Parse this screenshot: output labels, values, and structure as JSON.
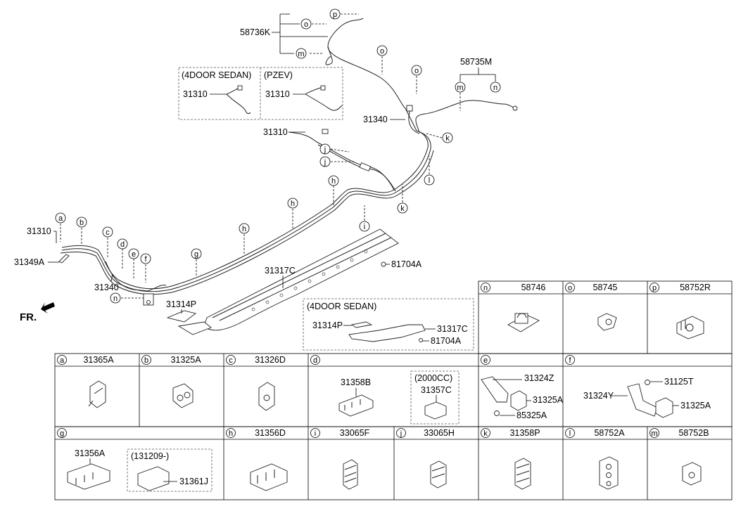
{
  "labels": {
    "p58736K": "58736K",
    "p58735M": "58735M",
    "p31340_top": "31340",
    "p31340_left": "31340",
    "p31310_a": "31310",
    "p31310_b": "31310",
    "p31310_c": "31310",
    "p31310_d": "31310",
    "p31349A": "31349A",
    "p31317C": "31317C",
    "p81704A": "81704A",
    "p31314P": "31314P",
    "sedan_label": "(4DOOR SEDAN)",
    "pzev_label": "(PZEV)",
    "sedan2_label": "(4DOOR SEDAN)",
    "inset_31314P": "31314P",
    "inset_31317C": "31317C",
    "inset_81704A": "81704A",
    "fr": "FR."
  },
  "callouts": [
    "a",
    "b",
    "c",
    "d",
    "e",
    "f",
    "g",
    "h",
    "i",
    "j",
    "k",
    "l",
    "m",
    "n",
    "o",
    "p"
  ],
  "table": {
    "row0": [
      {
        "letter": "n",
        "part": "58746"
      },
      {
        "letter": "o",
        "part": "58745"
      },
      {
        "letter": "p",
        "part": "58752R"
      }
    ],
    "row1": [
      {
        "letter": "a",
        "part": "31365A"
      },
      {
        "letter": "b",
        "part": "31325A"
      },
      {
        "letter": "c",
        "part": "31326D"
      },
      {
        "letter": "d",
        "part": ""
      },
      {
        "letter": "e",
        "part": ""
      },
      {
        "letter": "f",
        "part": ""
      }
    ],
    "row2": [
      {
        "letter": "g",
        "part": ""
      },
      {
        "letter": "h",
        "part": "31356D"
      },
      {
        "letter": "i",
        "part": "33065F"
      },
      {
        "letter": "j",
        "part": "33065H"
      },
      {
        "letter": "k",
        "part": "31358P"
      },
      {
        "letter": "l",
        "part": "58752A"
      },
      {
        "letter": "m",
        "part": "58752B"
      }
    ],
    "cell_d": {
      "p31358B": "31358B",
      "variant": "(2000CC)",
      "p31357C": "31357C"
    },
    "cell_e": {
      "p31324Z": "31324Z",
      "p31325A": "31325A",
      "p85325A": "85325A"
    },
    "cell_f": {
      "p31125T": "31125T",
      "p31324Y": "31324Y",
      "p31325A": "31325A"
    },
    "cell_g": {
      "p31356A": "31356A",
      "variant": "(131209-)",
      "p31361J": "31361J"
    }
  }
}
